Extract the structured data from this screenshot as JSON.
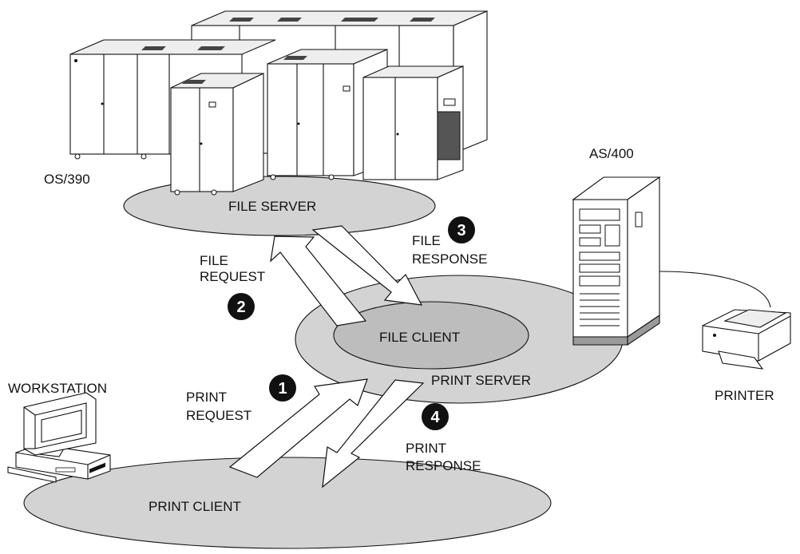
{
  "systems": {
    "os390": "OS/390",
    "as400": "AS/400",
    "workstation": "WORKSTATION",
    "printer": "PRINTER"
  },
  "roles": {
    "file_server": "FILE SERVER",
    "file_client": "FILE CLIENT",
    "print_server": "PRINT SERVER",
    "print_client": "PRINT CLIENT"
  },
  "flows": {
    "print_request": {
      "step": "1",
      "line1": "PRINT",
      "line2": "REQUEST"
    },
    "file_request": {
      "step": "2",
      "line1": "FILE",
      "line2": "REQUEST"
    },
    "file_response": {
      "step": "3",
      "line1": "FILE",
      "line2": "RESPONSE"
    },
    "print_response": {
      "step": "4",
      "line1": "PRINT",
      "line2": "RESPONSE"
    }
  },
  "colors": {
    "ellipse_fill": "#d3d3d3",
    "inner_ellipse_fill": "#bdbdbd",
    "marker_fill": "#111111",
    "arrow_fill": "#ffffff"
  }
}
